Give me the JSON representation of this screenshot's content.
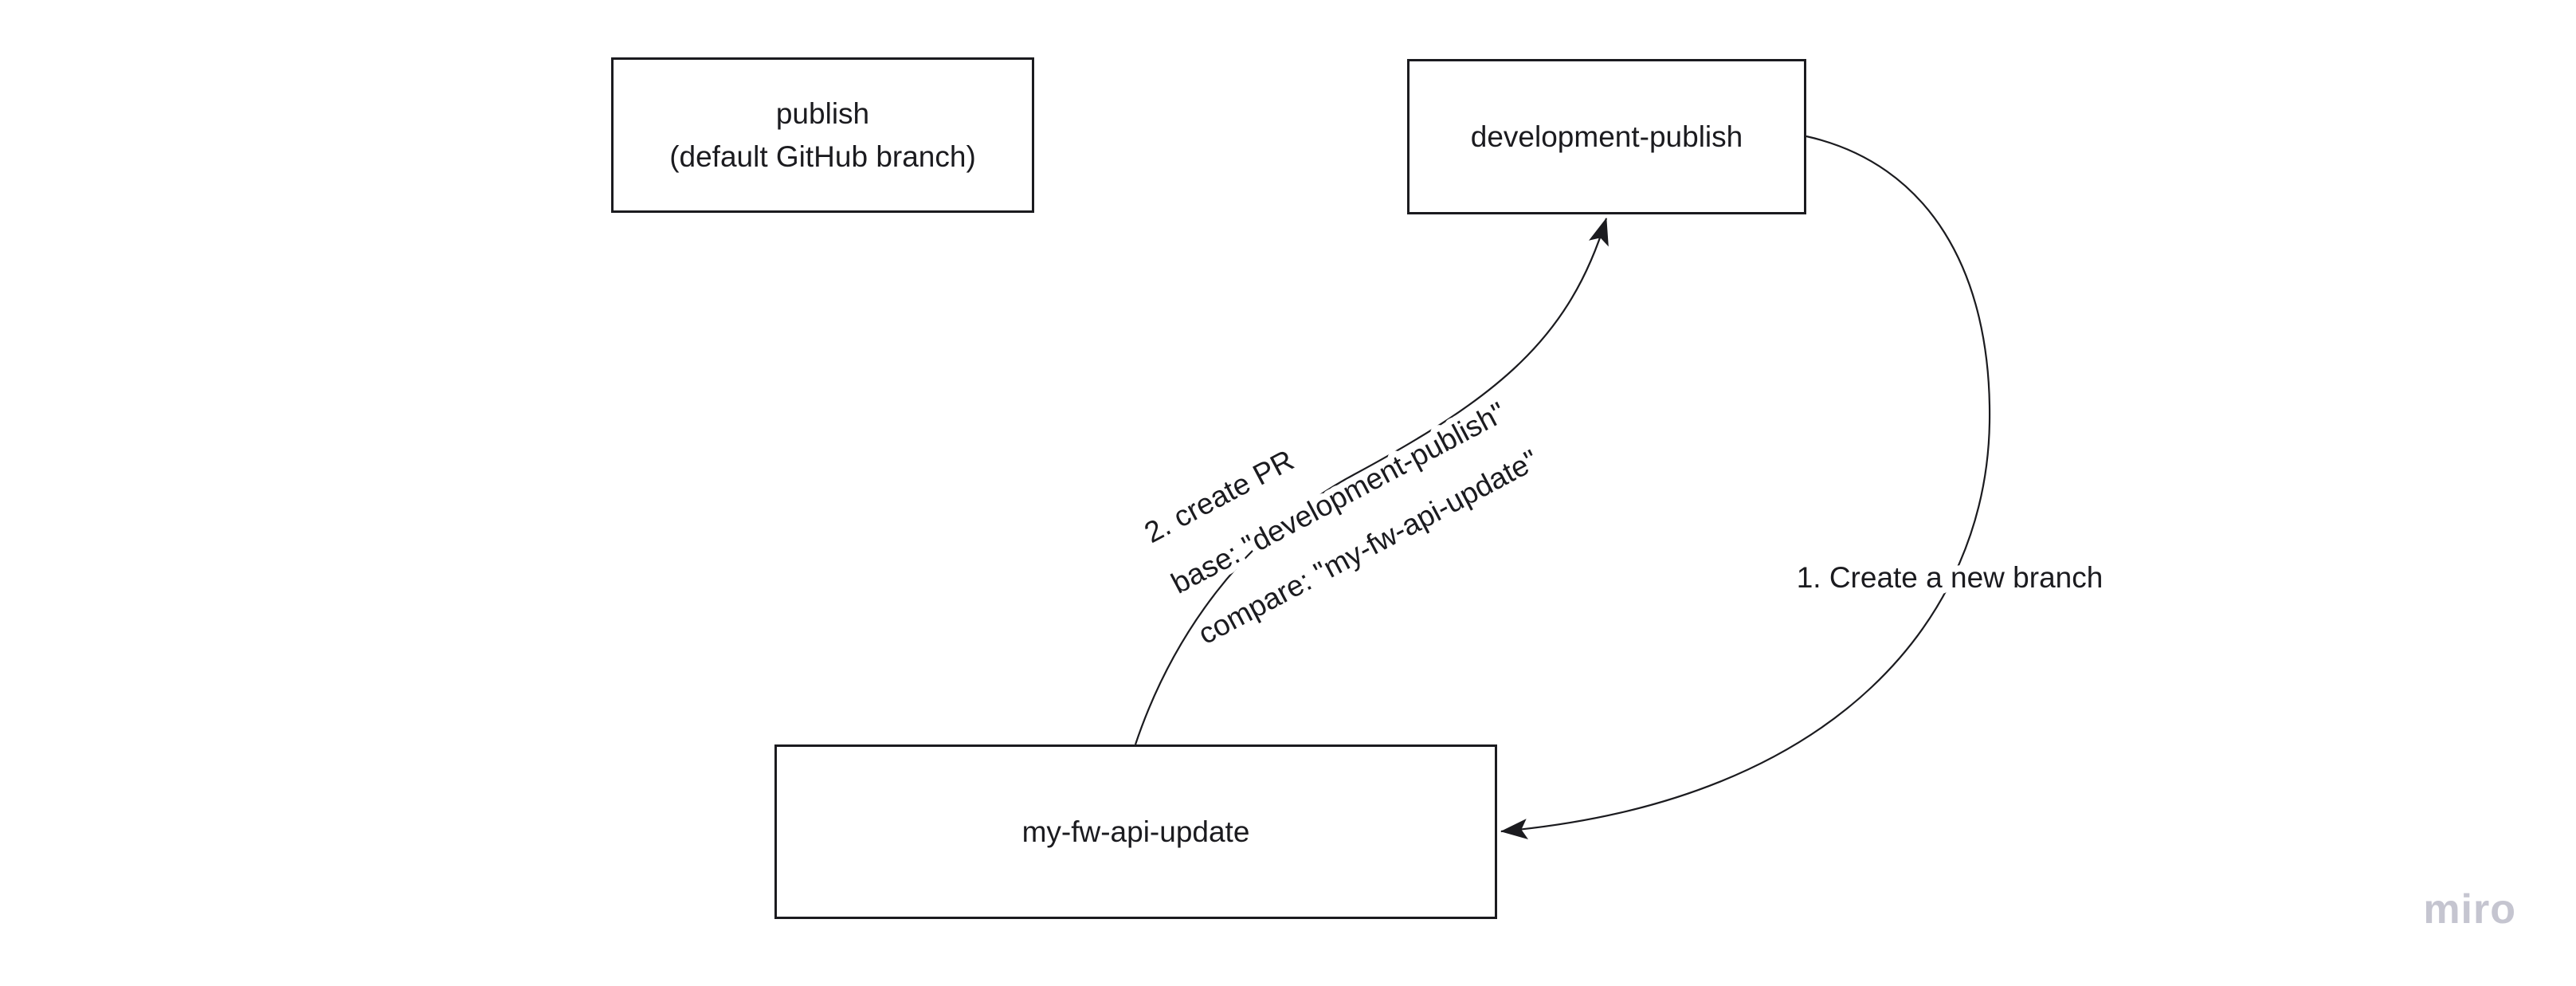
{
  "colors": {
    "ink": "#1b1b1f",
    "background": "#ffffff",
    "watermark": "#c5c5d0"
  },
  "nodes": [
    {
      "id": "publish",
      "lines": [
        "publish",
        "(default GitHub branch)"
      ]
    },
    {
      "id": "development-publish",
      "lines": [
        "development-publish"
      ]
    },
    {
      "id": "my-fw-api-update",
      "lines": [
        "my-fw-api-update"
      ]
    }
  ],
  "connectors": {
    "create_branch": {
      "from": "development-publish",
      "to": "my-fw-api-update",
      "label": "1. Create a new branch"
    },
    "create_pr": {
      "from": "my-fw-api-update",
      "to": "development-publish",
      "lines": [
        "2. create PR",
        "base: \"development-publish\"",
        "compare: \"my-fw-api-update\""
      ]
    }
  },
  "watermark": "miro"
}
